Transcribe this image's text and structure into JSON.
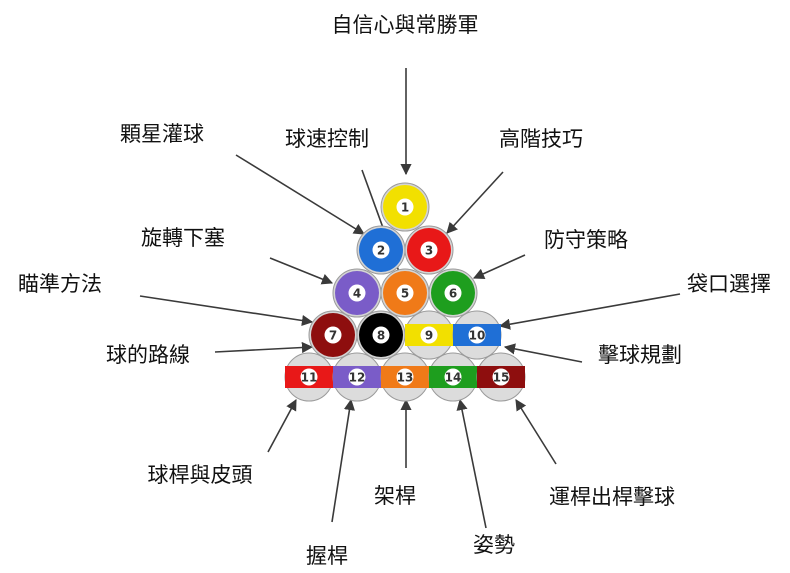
{
  "labels": {
    "title": "自信心與常勝軍",
    "star_shot": "顆星灌球",
    "speed": "球速控制",
    "advanced": "高階技巧",
    "spin": "旋轉下塞",
    "defense": "防守策略",
    "aiming": "瞄準方法",
    "pocket": "袋口選擇",
    "path": "球的路線",
    "planning": "擊球規劃",
    "cue_tip": "球桿與皮頭",
    "bridge": "架桿",
    "stroke": "運桿出桿擊球",
    "stance": "姿勢",
    "grip": "握桿"
  },
  "balls": {
    "b1": {
      "number": "1",
      "color": "#f2e000",
      "stripe": false
    },
    "b2": {
      "number": "2",
      "color": "#1f6fd6",
      "stripe": false
    },
    "b3": {
      "number": "3",
      "color": "#e81818",
      "stripe": false
    },
    "b4": {
      "number": "4",
      "color": "#7a5cc8",
      "stripe": false
    },
    "b5": {
      "number": "5",
      "color": "#f07a18",
      "stripe": false
    },
    "b6": {
      "number": "6",
      "color": "#1e9e1e",
      "stripe": false
    },
    "b7": {
      "number": "7",
      "color": "#8e0e0e",
      "stripe": false
    },
    "b8": {
      "number": "8",
      "color": "#000000",
      "stripe": false
    },
    "b9": {
      "number": "9",
      "color": "#f2e000",
      "stripe": true
    },
    "b10": {
      "number": "10",
      "color": "#1f6fd6",
      "stripe": true
    },
    "b11": {
      "number": "11",
      "color": "#e81818",
      "stripe": true
    },
    "b12": {
      "number": "12",
      "color": "#7a5cc8",
      "stripe": true
    },
    "b13": {
      "number": "13",
      "color": "#f07a18",
      "stripe": true
    },
    "b14": {
      "number": "14",
      "color": "#1e9e1e",
      "stripe": true
    },
    "b15": {
      "number": "15",
      "color": "#8e0e0e",
      "stripe": true
    }
  }
}
